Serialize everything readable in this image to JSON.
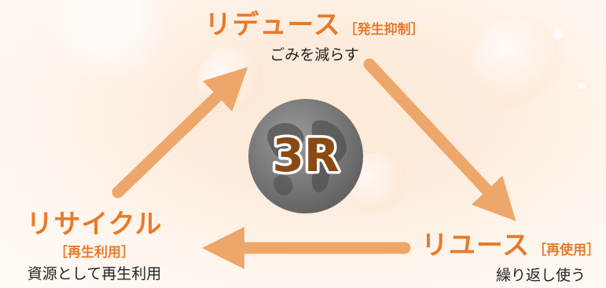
{
  "center": {
    "label": "3R"
  },
  "reduce": {
    "title": "リデュース",
    "bracket": "［発生抑制］",
    "description": "ごみを減らす"
  },
  "reuse": {
    "title": "リユース",
    "bracket": "［再使用］",
    "description": "繰り返し使う"
  },
  "recycle": {
    "title": "リサイクル",
    "bracket": "［再生利用］",
    "description": "資源として再生利用"
  },
  "colors": {
    "accent": "#e8792b",
    "arrow": "#eea76a",
    "globe": "#7d7d7d",
    "text_fill": "#8a4a12"
  }
}
